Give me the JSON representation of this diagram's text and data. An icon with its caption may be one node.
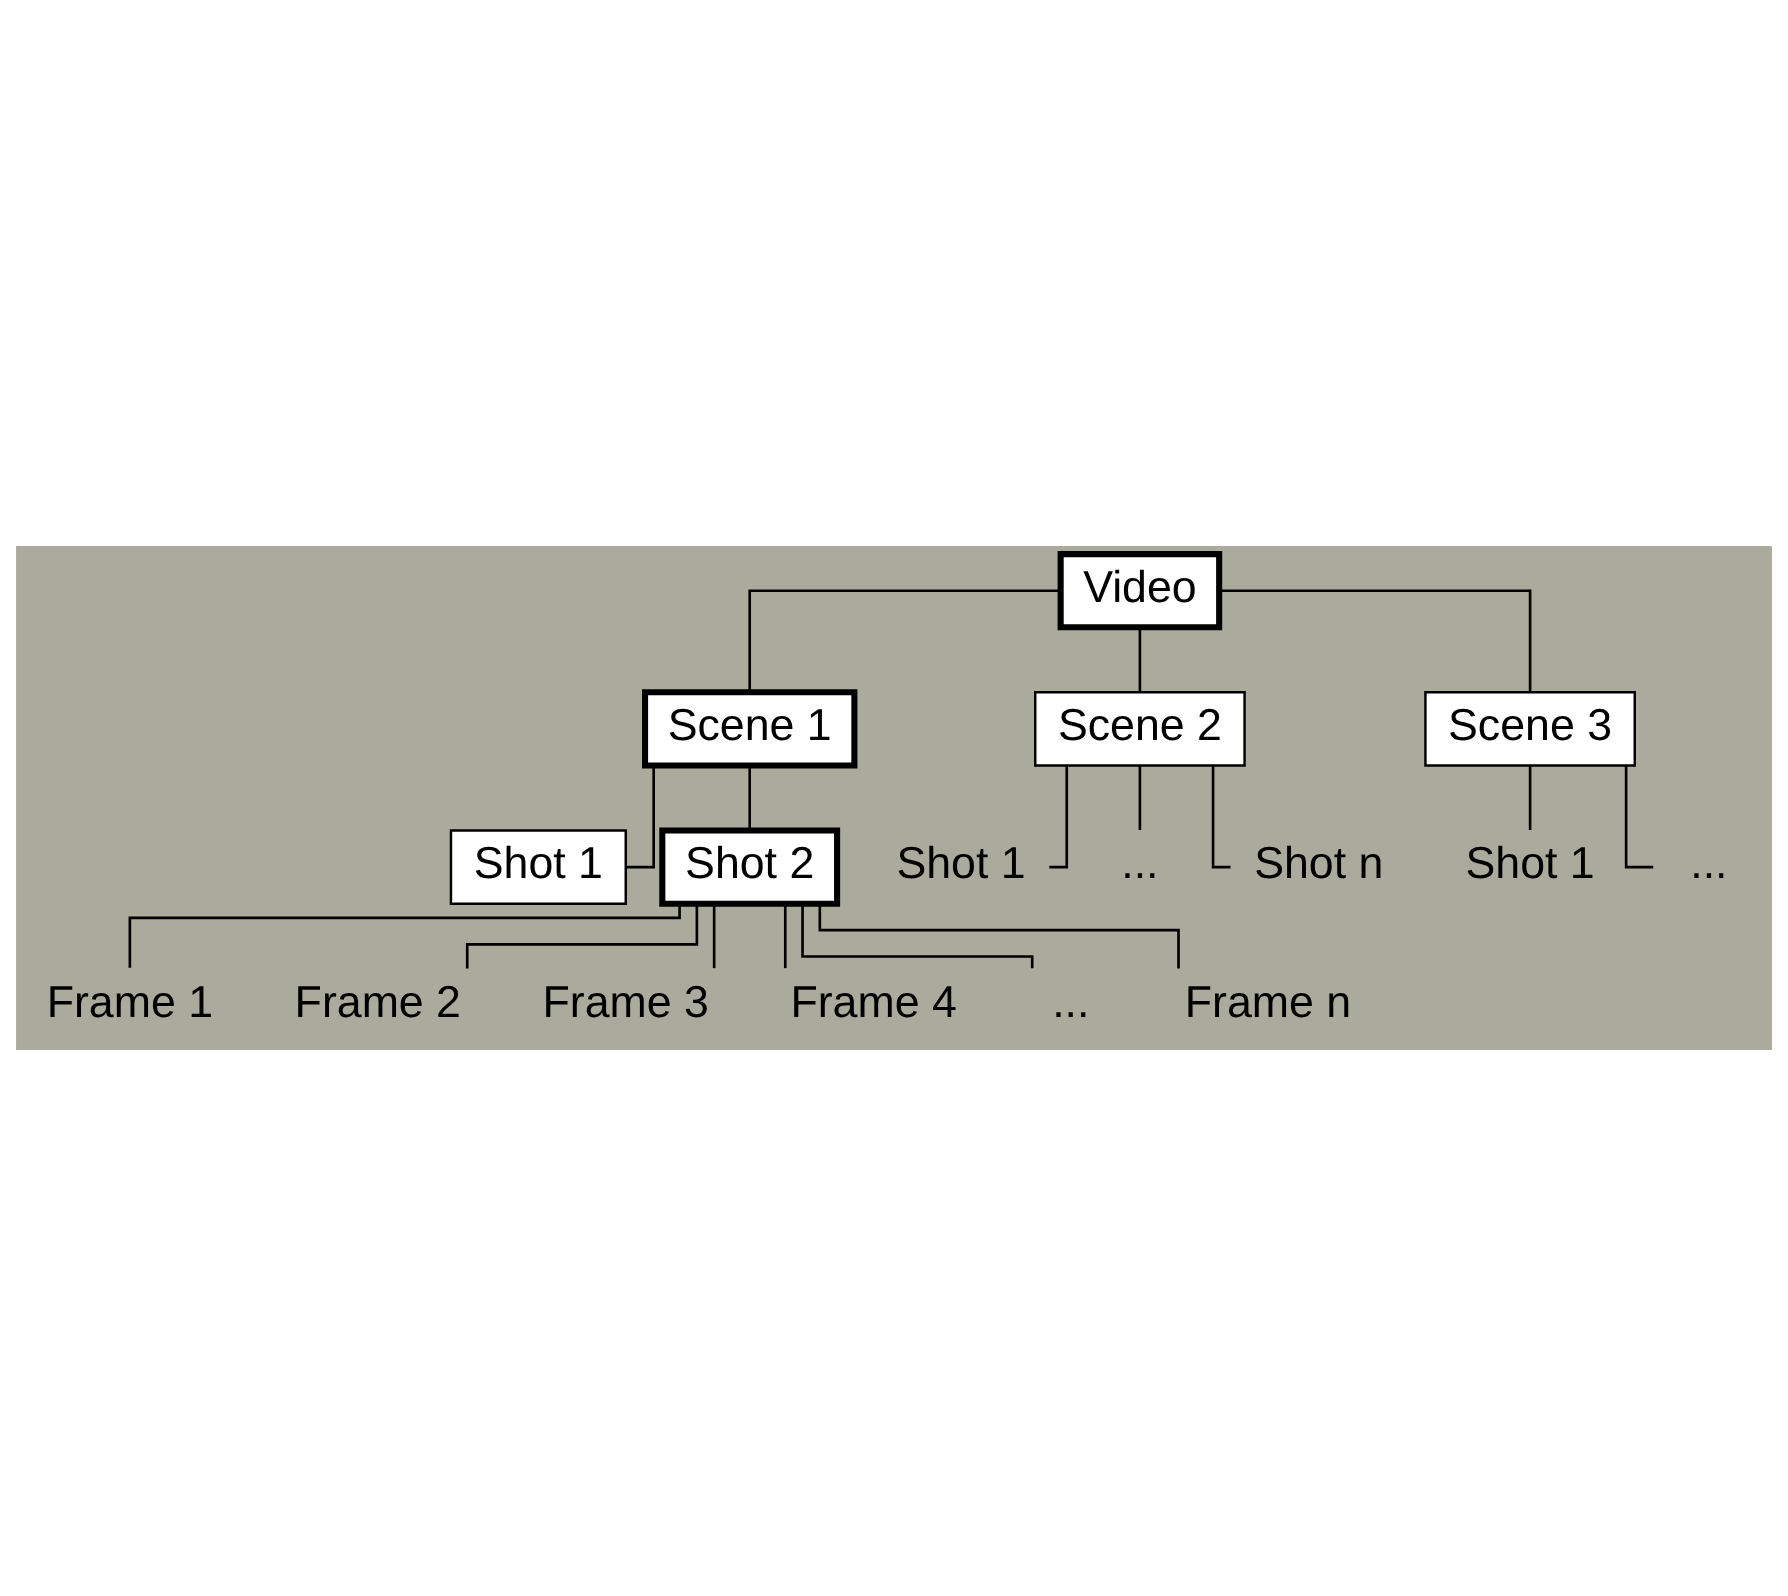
{
  "diagram": {
    "nodes": [
      {
        "text": [
          "Video"
        ]
      },
      {
        "text": [
          "Scene 1"
        ]
      },
      {
        "text": [
          "Scene 2"
        ]
      },
      {
        "text": [
          "Scene 3"
        ]
      },
      {
        "text": [
          "Shot 1"
        ]
      },
      {
        "text": [
          "Shot 2"
        ]
      },
      {
        "text": [
          "Shot 1"
        ]
      },
      {
        "text": [
          "..."
        ]
      },
      {
        "text": [
          "Shot n"
        ]
      },
      {
        "text": [
          "Shot 1"
        ]
      },
      {
        "text": [
          "..."
        ]
      },
      {
        "text": [
          "Frame 1"
        ]
      },
      {
        "text": [
          "Frame 2"
        ]
      },
      {
        "text": [
          "Frame 3"
        ]
      },
      {
        "text": [
          "Frame 4"
        ]
      },
      {
        "text": [
          "..."
        ]
      },
      {
        "text": [
          "Frame n"
        ]
      }
    ],
    "edges": [
      {
        "from": 0,
        "to": 1,
        "arrow": "none"
      },
      {
        "from": 0,
        "to": 2,
        "arrow": "none"
      },
      {
        "from": 0,
        "to": 3,
        "arrow": "none"
      },
      {
        "from": 1,
        "to": 4,
        "arrow": "none"
      },
      {
        "from": 1,
        "to": 5,
        "arrow": "none"
      },
      {
        "from": 2,
        "to": 6,
        "arrow": "none"
      },
      {
        "from": 2,
        "to": 7,
        "arrow": "none"
      },
      {
        "from": 2,
        "to": 8,
        "arrow": "none"
      },
      {
        "from": 3,
        "to": 9,
        "arrow": "none"
      },
      {
        "from": 3,
        "to": 10,
        "arrow": "none"
      },
      {
        "from": 5,
        "to": 11,
        "arrow": "none"
      },
      {
        "from": 5,
        "to": 12,
        "arrow": "none"
      },
      {
        "from": 5,
        "to": 13,
        "arrow": "none"
      },
      {
        "from": 5,
        "to": 14,
        "arrow": "none"
      },
      {
        "from": 5,
        "to": 15,
        "arrow": "none"
      },
      {
        "from": 5,
        "to": 16,
        "arrow": "none"
      }
    ]
  }
}
